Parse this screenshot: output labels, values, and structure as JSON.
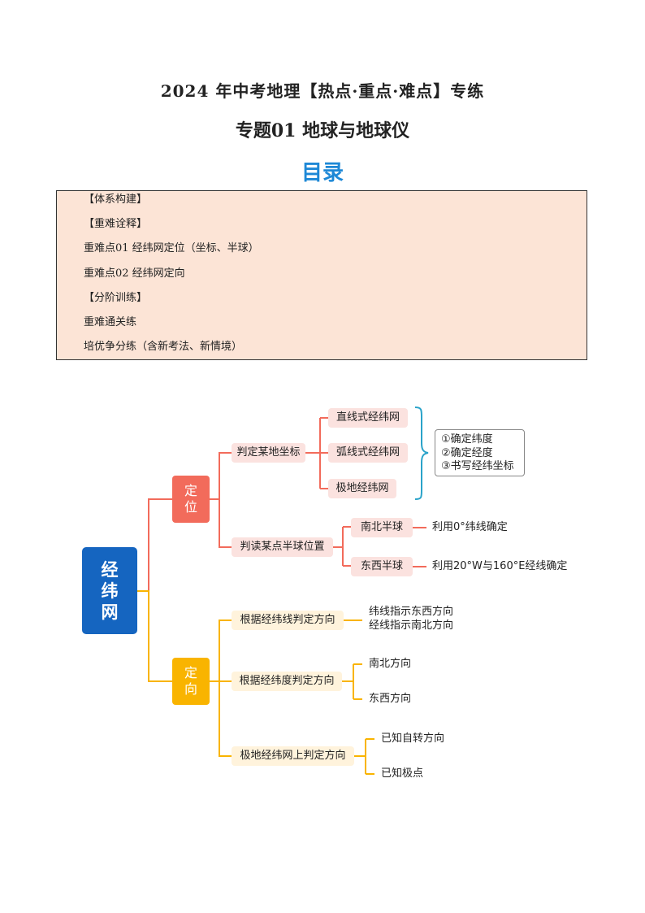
{
  "header": {
    "title": "2024 年中考地理【热点·重点·难点】专练",
    "subtitle": "专题01  地球与地球仪",
    "toc_heading": "目录"
  },
  "toc": [
    "【体系构建】",
    "【重难诠释】",
    "重难点01  经纬网定位（坐标、半球）",
    "重难点02  经纬网定向",
    "【分阶训练】",
    "重难通关练",
    "培优争分练（含新考法、新情境）"
  ],
  "mindmap": {
    "root": "经纬网",
    "colors": {
      "root": "#1565c0",
      "locate": "#f26b5b",
      "direction": "#f9b400",
      "bracket": "#2aa3c9"
    },
    "locate": {
      "label": "定位",
      "branches": [
        {
          "label": "判定某地坐标",
          "children": [
            "直线式经纬网",
            "弧线式经纬网",
            "极地经纬网"
          ]
        },
        {
          "label": "判读某点半球位置",
          "children": [
            {
              "label": "南北半球",
              "note": "利用0°纬线确定"
            },
            {
              "label": "东西半球",
              "note": "利用20°W与160°E经线确定"
            }
          ]
        }
      ],
      "steps": [
        "①确定纬度",
        "②确定经度",
        "③书写经纬坐标"
      ]
    },
    "direction": {
      "label": "定向",
      "branches": [
        {
          "label": "根据经纬线判定方向",
          "notes": [
            "纬线指示东西方向",
            "经线指示南北方向"
          ]
        },
        {
          "label": "根据经纬度判定方向",
          "children": [
            "南北方向",
            "东西方向"
          ]
        },
        {
          "label": "极地经纬网上判定方向",
          "children": [
            "已知自转方向",
            "已知极点"
          ]
        }
      ]
    }
  }
}
